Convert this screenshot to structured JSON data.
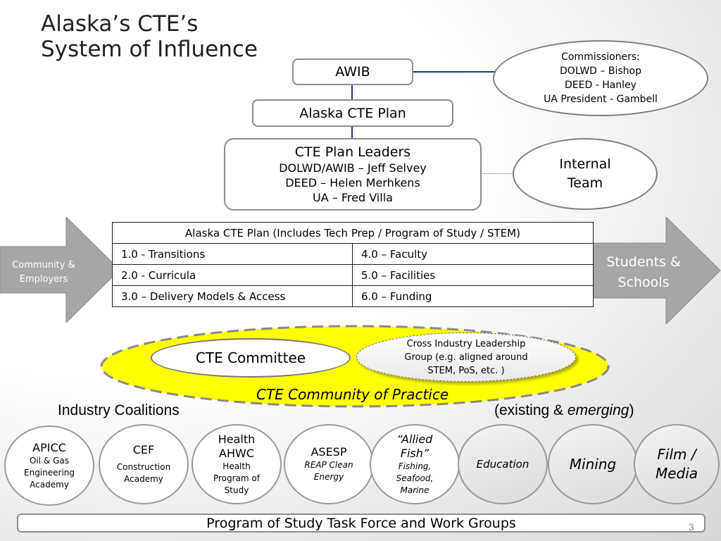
{
  "title": {
    "line1": "Alaska’s CTE’s",
    "line2": "System of Influence"
  },
  "awib": {
    "label": "AWIB"
  },
  "commissioners": {
    "heading": "Commissioners:",
    "lines": [
      "DOLWD – Bishop",
      "DEED - Hanley",
      "UA President - Gambell"
    ]
  },
  "cte_plan": {
    "label": "Alaska CTE Plan"
  },
  "leaders": {
    "heading": "CTE Plan Leaders",
    "lines": [
      "DOLWD/AWIB – Jeff Selvey",
      "DEED – Helen Merhkens",
      "UA – Fred Villa"
    ]
  },
  "internal_team": {
    "line1": "Internal",
    "line2": "Team"
  },
  "plan_table": {
    "header": "Alaska CTE Plan (Includes Tech Prep / Program of Study / STEM)",
    "rows": [
      [
        "1.0 - Transitions",
        "4.0 – Faculty"
      ],
      [
        "2.0 - Curricula",
        "5.0 – Facilities"
      ],
      [
        "3.0 – Delivery Models & Access",
        "6.0 – Funding"
      ]
    ]
  },
  "left_arrow": {
    "line1": "Community &",
    "line2": "Employers"
  },
  "right_arrow": {
    "line1": "Students &",
    "line2": "Schools"
  },
  "community": {
    "committee": "CTE Committee",
    "cross_industry": {
      "line1": "Cross Industry Leadership",
      "line2": "Group (e.g. aligned around",
      "line3": "STEM, PoS, etc. )"
    },
    "label": "CTE Community of Practice"
  },
  "industry_coalitions": {
    "label": "Industry Coalitions"
  },
  "existing_emerging": {
    "prefix": "(existing & ",
    "emph": "emerging",
    "suffix": ")"
  },
  "coalitions": [
    {
      "name": "APICC",
      "sub": [
        "Oil & Gas",
        "Engineering",
        "Academy"
      ]
    },
    {
      "name": "CEF",
      "sub": [
        "Construction",
        "Academy"
      ]
    },
    {
      "name": "Health",
      "name2": "AHWC",
      "sub": [
        "Health",
        "Program of",
        "Study"
      ]
    },
    {
      "name": "ASESP",
      "sub": [
        "REAP Clean",
        "Energy"
      ]
    },
    {
      "name": "“Allied",
      "name2": "Fish”",
      "sub": [
        "Fishing,",
        "Seafood,",
        "Marine"
      ]
    },
    {
      "name": "Education"
    },
    {
      "name": "Mining"
    },
    {
      "name": "Film /",
      "name2": "Media"
    }
  ],
  "footer": {
    "label": "Program of Study Task Force and Work Groups",
    "page_number": "3"
  },
  "colors": {
    "connector": "#1f3f7a",
    "arrow_grey": "#a6a6a6",
    "community_yellow": "#ffff00"
  }
}
